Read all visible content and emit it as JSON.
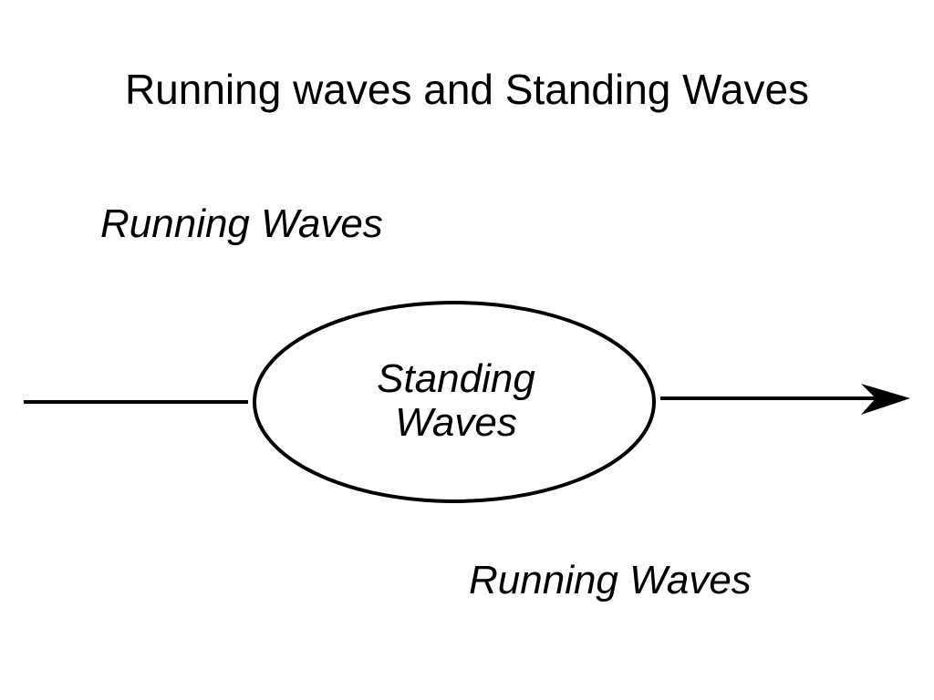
{
  "slide": {
    "title": "Running waves and Standing Waves"
  },
  "diagram": {
    "incoming_label": "Running Waves",
    "center_label_line1": "Standing",
    "center_label_line2": "Waves",
    "outgoing_label": "Running Waves",
    "stroke_color": "#000000",
    "background_color": "#ffffff"
  }
}
